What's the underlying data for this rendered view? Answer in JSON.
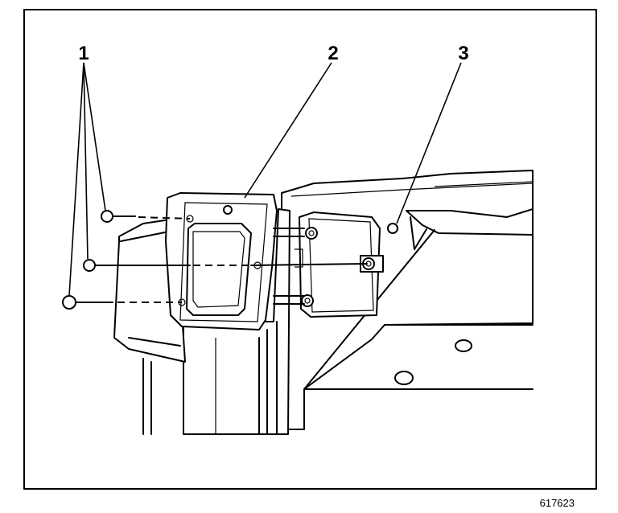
{
  "callouts": [
    {
      "label": "1",
      "part": "bolts"
    },
    {
      "label": "2",
      "part": "bracket"
    },
    {
      "label": "3",
      "part": "locating hole"
    }
  ],
  "figure_id": "617623",
  "colors": {
    "ink": "#000000",
    "paper": "#ffffff"
  }
}
